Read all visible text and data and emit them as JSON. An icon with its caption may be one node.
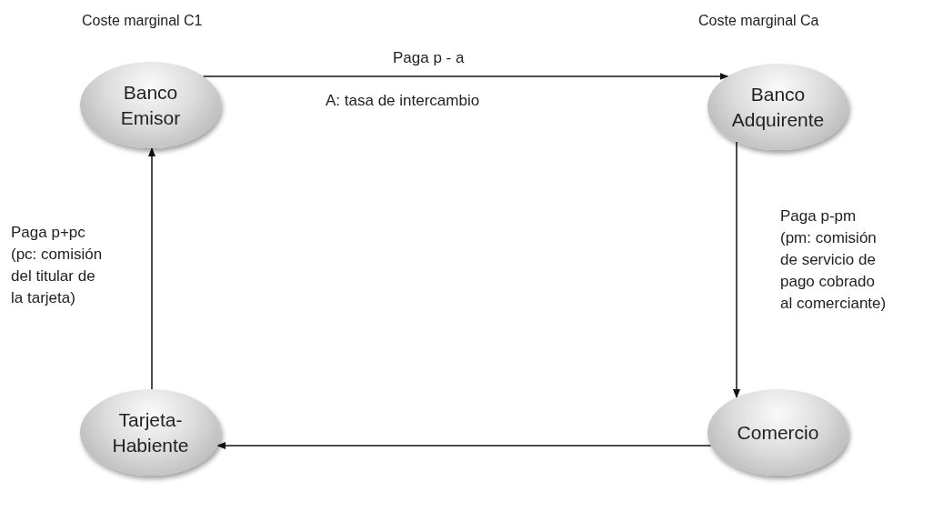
{
  "diagram": {
    "nodes": [
      {
        "text": [
          "Banco Emisor"
        ],
        "beside": [
          "Coste marginal C1"
        ]
      },
      {
        "text": [
          "Banco Adquirente"
        ],
        "beside": [
          "Coste marginal Ca"
        ]
      },
      {
        "text": [
          "Tarjeta-Habiente"
        ]
      },
      {
        "text": [
          "Comercio"
        ]
      }
    ],
    "edges": [
      {
        "from": 0,
        "to": 1,
        "arrow": "to",
        "label": "Paga p - a"
      },
      {
        "from": 1,
        "to": 3,
        "arrow": "to",
        "label": "Paga p-pm (pm: comisión de servicio de pago cobrado al comerciante)"
      },
      {
        "from": 3,
        "to": 2,
        "arrow": "to"
      },
      {
        "from": 2,
        "to": 0,
        "arrow": "to",
        "label": "Paga p+pc (pc: comisión del titular de la tarjeta)"
      }
    ],
    "labels": [
      "A: tasa de intercambio"
    ]
  }
}
